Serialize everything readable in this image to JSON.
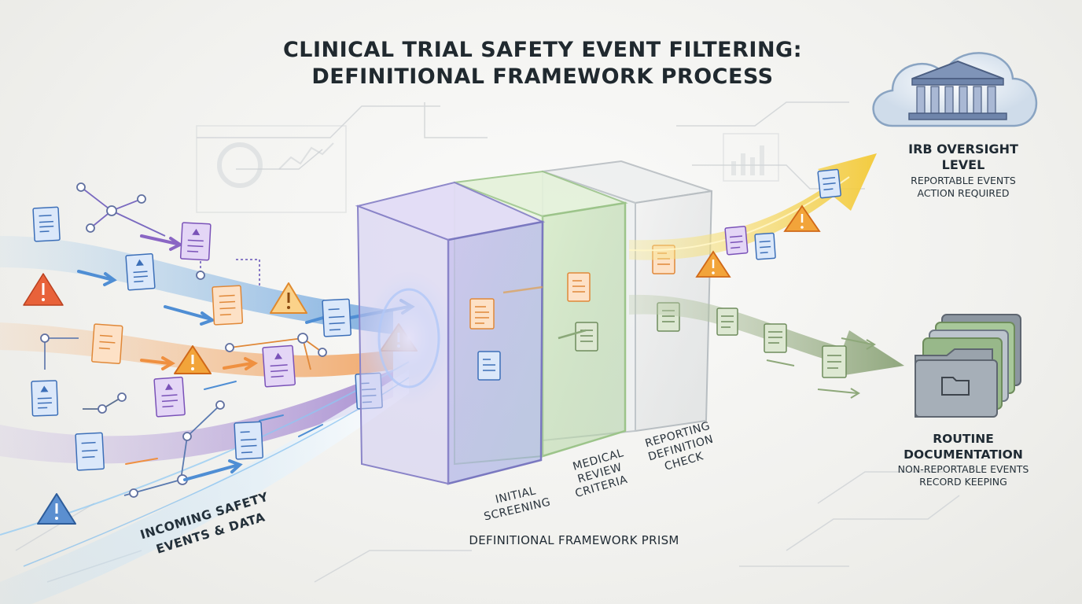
{
  "title": {
    "line1": "CLINICAL TRIAL SAFETY EVENT FILTERING:",
    "line2": "DEFINITIONAL FRAMEWORK PROCESS"
  },
  "incoming": {
    "line1": "INCOMING SAFETY",
    "line2": "EVENTS & DATA"
  },
  "stages": {
    "initial": [
      "INITIAL",
      "SCREENING"
    ],
    "medical": [
      "MEDICAL",
      "REVIEW",
      "CRITERIA"
    ],
    "reporting": [
      "REPORTING",
      "DEFINITION",
      "CHECK"
    ]
  },
  "prism_caption": "DEFINITIONAL FRAMEWORK PRISM",
  "irb": {
    "title": "IRB OVERSIGHT LEVEL",
    "sub1": "REPORTABLE EVENTS",
    "sub2": "ACTION REQUIRED",
    "icon": "courthouse-cloud-icon"
  },
  "routine": {
    "title": "ROUTINE DOCUMENTATION",
    "sub1": "NON-REPORTABLE EVENTS",
    "sub2": "RECORD KEEPING",
    "icon": "folder-stack-icon"
  },
  "colors": {
    "blue_stream": "#5b9bd8",
    "orange_stream": "#f0a058",
    "purple_stream": "#9a78c8",
    "yellow_output": "#f4d04a",
    "green_output": "#8ea87a",
    "prism_purple": "#b5a8e0",
    "prism_green": "#b9d8a8",
    "warning_red": "#e8623a",
    "warning_orange": "#f2a43a"
  }
}
